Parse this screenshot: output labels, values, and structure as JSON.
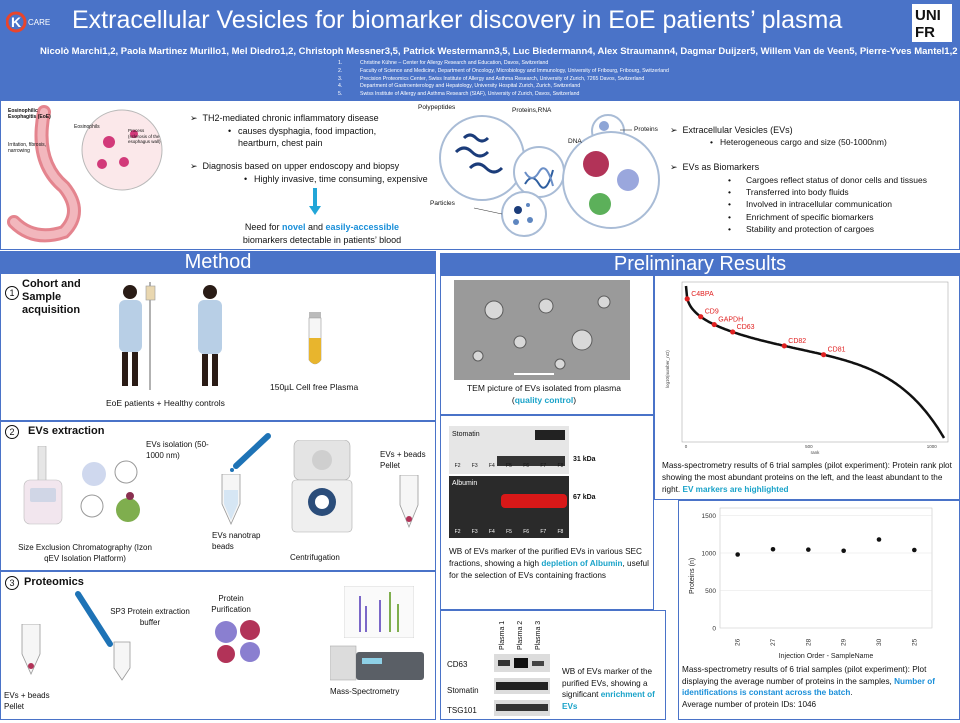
{
  "header": {
    "logo": "CK CARE",
    "title": "Extracellular Vesicles for biomarker discovery in EoE patients’ plasma",
    "authors": "Nicolò Marchi1,2, Paola Martinez Murillo1, Mel Diedro1,2, Christoph Messner3,5, Patrick Westermann3,5, Luc Biedermann4, Alex Straumann4, Dagmar Duijzer5, Willem Van de Veen5, Pierre-Yves Mantel1,2",
    "affiliations": [
      {
        "n": "1.",
        "t": "Christine Kühne – Center for Allergy Research and Education, Davos, Switzerland"
      },
      {
        "n": "2.",
        "t": "Faculty of Science and Medicine, Department of Oncology, Microbiology and Immunology, University of Fribourg, Fribourg, Switzerland"
      },
      {
        "n": "3.",
        "t": "Precision Proteomics Center, Swiss Institute of Allergy and Asthma Research, University of Zurich, 7265 Davos, Switzerland"
      },
      {
        "n": "4.",
        "t": "Department of Gastroenterology and Hepatology, University Hospital Zurich, Zurich, Switzerland"
      },
      {
        "n": "5.",
        "t": "Swiss Institute of Allergy and Asthma Research (SIAF), University of Zurich, Davos, Switzerland"
      }
    ]
  },
  "intro": {
    "stomach_labels": {
      "title": "Eosinophilic Esophagitis (EoE)",
      "eos": "Eosinophils",
      "inflamed": "Irritation, fibrosis, narrowing",
      "process": "Process (sclerosis of the esophagus wall)"
    },
    "b1": "TH2-mediated chronic inflammatory disease",
    "b1_sub": "causes dysphagia, food impaction, heartburn, chest pain",
    "b2": "Diagnosis based on upper endoscopy and biopsy",
    "b2_sub": "Highly invasive, time consuming, expensive",
    "need_pre": "Need for ",
    "need_novel": "novel",
    "need_and": " and ",
    "need_easy": "easily-accessible",
    "need_post": "biomarkers detectable in patients’ blood"
  },
  "ev_figure": {
    "polypeptides": "Polypeptides",
    "proteins_rna": "Proteins,RNA",
    "dna": "DNA",
    "proteins": "Proteins",
    "particles": "Particles"
  },
  "ev_text": {
    "h1": "Extracellular Vesicles (EVs)",
    "h1_sub": "Heterogeneous cargo and size (50-1000nm)",
    "h2": "EVs as Biomarkers",
    "h2_subs": [
      "Cargoes reflect status of donor cells and tissues",
      "Transferred into body fluids",
      "Involved in intracellular communication",
      "Enrichment of specific biomarkers",
      "Stability and protection of cargoes"
    ]
  },
  "method": {
    "banner": "Method",
    "s1_num": "1",
    "s1_title": "Cohort and Sample acquisition",
    "s1_caption": "EoE patients + Healthy controls",
    "s1_plasma": "150µL Cell free Plasma",
    "s2_num": "2",
    "s2_title": "EVs extraction",
    "s2_iso": "EVs isolation (50-1000 nm)",
    "s2_sec": "Size Exclusion Chromatography (Izon qEV Isolation Platform)",
    "s2_beads": "EVs nanotrap beads",
    "s2_centr": "Centrifugation",
    "s2_pellet": "EVs + beads Pellet",
    "s3_num": "3",
    "s3_title": "Proteomics",
    "s3_pellet": "EVs + beads Pellet",
    "s3_sp3": "SP3 Protein extraction buffer",
    "s3_purif": "Protein Purification",
    "s3_ms": "Mass-Spectrometry"
  },
  "results": {
    "banner": "Preliminary Results",
    "tem_caption_pre": "TEM picture of EVs isolated from plasma (",
    "tem_caption_hl": "quality control",
    "tem_caption_post": ")",
    "wb1": {
      "stomatin": "Stomatin",
      "albumin": "Albumin",
      "kda31": "31 kDa",
      "kda67": "67 kDa",
      "fractions": [
        "F2",
        "F3",
        "F4",
        "F5",
        "F6",
        "F7",
        "F8"
      ],
      "caption_pre": "WB of EVs marker of the purified EVs in various SEC fractions, showing a high ",
      "caption_hl": "depletion of Albumin",
      "caption_post": ", useful for the selection of EVs containing fractions"
    },
    "wb2": {
      "lanes": [
        "Plasma 1",
        "Plasma 2",
        "Plasma 3"
      ],
      "rows": [
        "CD63",
        "Stomatin",
        "TSG101"
      ],
      "caption_pre": "WB of EVs marker of the purified EVs, showing a significant ",
      "caption_hl": "enrichment of EVs"
    },
    "rank_caption_pre": "Mass-spectrometry results of 6 trial samples (pilot experiment): Protein rank plot showing the most abundant proteins on the left, and the least abundant to the right. ",
    "rank_caption_hl": "EV markers are highlighted",
    "count_caption_pre": "Mass-spectrometry results of 6 trial samples (pilot experiment): Plot displaying the average number of proteins in the samples, ",
    "count_caption_hl": "Number of identifications is constant across the batch",
    "count_caption_post": ".",
    "count_caption_avg": "Average number of protein IDs: 1046"
  },
  "chart_data": [
    {
      "type": "line",
      "ylabel": "log10(number_nO)",
      "xlabel": "rank",
      "xticks": [
        "0",
        "500",
        "1000"
      ],
      "xlim": [
        0,
        1050
      ],
      "markers": [
        {
          "name": "C4BPA",
          "rank": 5
        },
        {
          "name": "CD9",
          "rank": 60
        },
        {
          "name": "GAPDH",
          "rank": 115
        },
        {
          "name": "CD63",
          "rank": 190
        },
        {
          "name": "CD82",
          "rank": 400
        },
        {
          "name": "CD81",
          "rank": 560
        }
      ],
      "marker_color": "#e02020"
    },
    {
      "type": "scatter",
      "xlabel": "Injection Order - SampleName",
      "ylabel": "Proteins (n)",
      "categories": [
        "26",
        "27",
        "28",
        "29",
        "30",
        "25"
      ],
      "values": [
        980,
        1050,
        1045,
        1030,
        1180,
        1040
      ],
      "ylim": [
        0,
        1600
      ],
      "yticks": [
        0,
        500,
        1000,
        1500
      ]
    }
  ]
}
